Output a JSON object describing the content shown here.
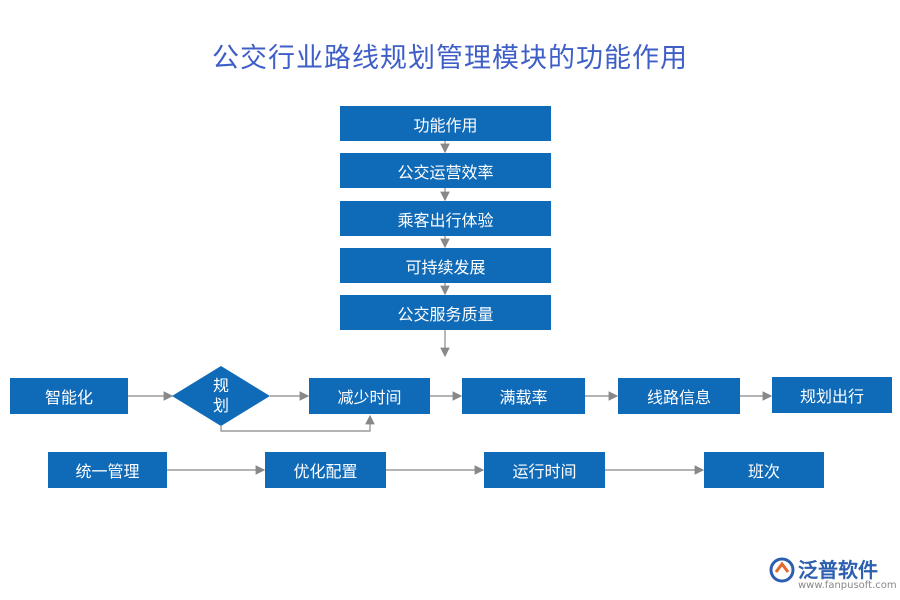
{
  "title": "公交行业路线规划管理模块的功能作用",
  "vertical_stack": [
    "功能作用",
    "公交运营效率",
    "乘客出行体验",
    "可持续发展",
    "公交服务质量"
  ],
  "row1": {
    "start": "智能化",
    "decision": [
      "规",
      "划"
    ],
    "steps": [
      "减少时间",
      "满载率",
      "线路信息",
      "规划出行"
    ]
  },
  "row2": [
    "统一管理",
    "优化配置",
    "运行时间",
    "班次"
  ],
  "logo": {
    "name": "泛普软件",
    "url": "www.fanpusoft.com"
  },
  "colors": {
    "box": "#0f6ab8",
    "title": "#3f5fc8",
    "connector": "#888888"
  }
}
